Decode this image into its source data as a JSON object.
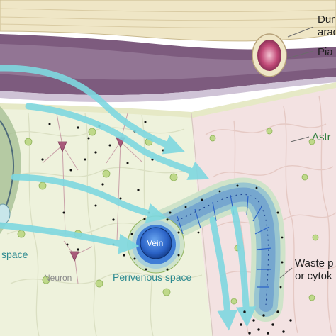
{
  "labels": {
    "dura_line1": "Dur",
    "dura_line2": "arac",
    "pia": "Pia",
    "astrocyte": "Astr",
    "space": "space",
    "neuron": "Neuron",
    "vein": "Vein",
    "perivenous": "Perivenous space",
    "waste_line1": "Waste p",
    "waste_line2": "or cytok"
  },
  "colors": {
    "background": "#ffffff",
    "dura": "#efe6c6",
    "dura_line": "#c9b98e",
    "pia_band": "#7d5b7e",
    "tissue": "#f3e2e2",
    "tissue_front": "#eef2dc",
    "flow_arrow": "#7fd8e0",
    "vein_blue": "#2b63c7",
    "perivenous_label": "#2d8a90",
    "astrocyte_label": "#2e7d3c",
    "text_dark": "#1e1e1e",
    "cell_green": "#bfd98a",
    "cell_red": "#a85a7a",
    "neuron_label": "#8a8a8a"
  },
  "icons": {
    "vessel": "vessel-cross-section-icon",
    "astrocyte": "astrocyte-cell-icon",
    "neuron": "neuron-cell-icon"
  }
}
